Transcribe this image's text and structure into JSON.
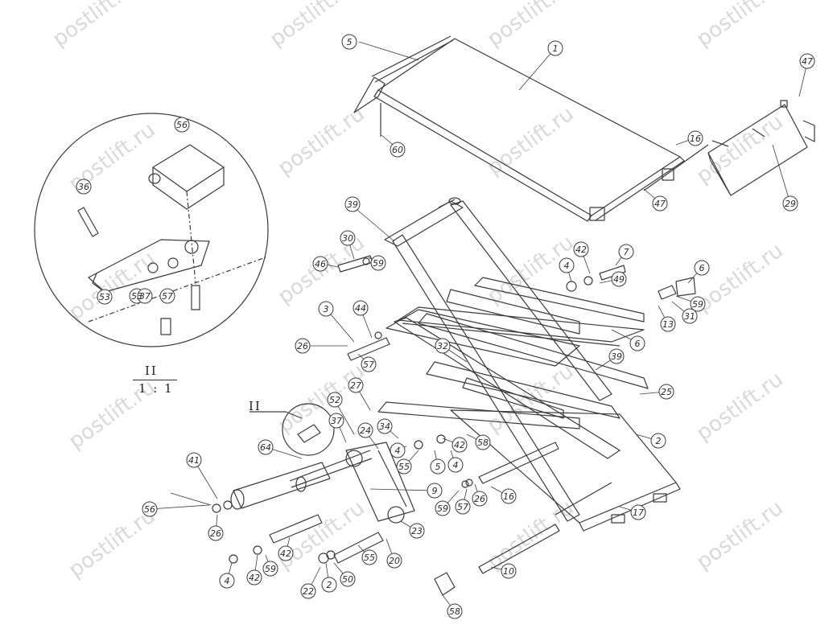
{
  "watermark": "postlift.ru",
  "detail": {
    "name": "II",
    "scale": "1 : 1"
  },
  "callouts": [
    "5",
    "1",
    "47",
    "60",
    "16",
    "29",
    "47",
    "39",
    "30",
    "59",
    "46",
    "42",
    "7",
    "4",
    "49",
    "6",
    "59",
    "13",
    "31",
    "6",
    "44",
    "3",
    "57",
    "26",
    "32",
    "39",
    "25",
    "27",
    "52",
    "37",
    "24",
    "34",
    "58",
    "42",
    "2",
    "64",
    "41",
    "4",
    "5",
    "4",
    "55",
    "53",
    "9",
    "26",
    "16",
    "59",
    "57",
    "26",
    "23",
    "17",
    "56",
    "42",
    "20",
    "55",
    "50",
    "4",
    "42",
    "59",
    "22",
    "2",
    "10",
    "58",
    "56",
    "36",
    "53",
    "37",
    "57"
  ],
  "colors": {
    "line": "#3a3a3a",
    "watermark": "#d9d9d9"
  }
}
